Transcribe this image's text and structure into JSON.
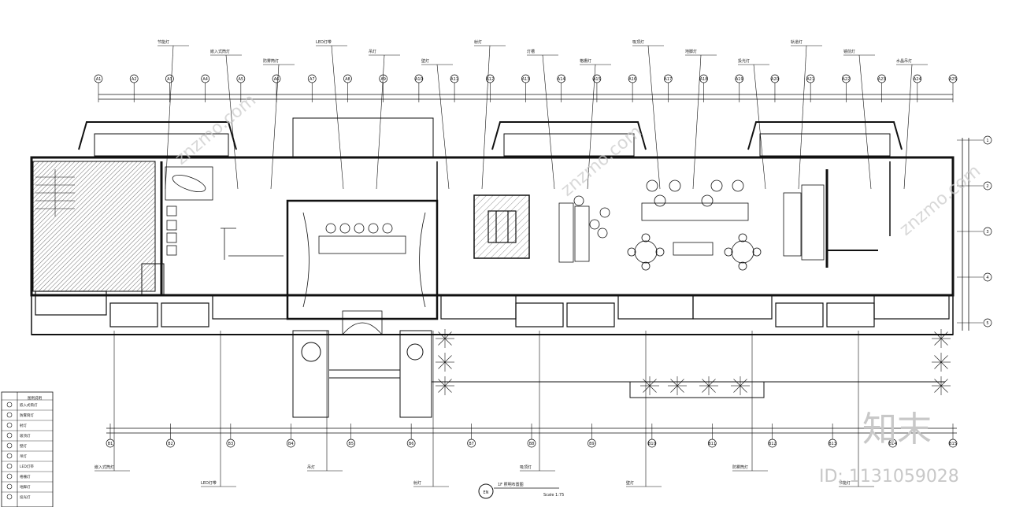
{
  "drawing": {
    "title": "1F 照明布置图",
    "scale": "Scale 1:75",
    "compass": "EN"
  },
  "grid_top": [
    "A1",
    "A2",
    "A3",
    "A4",
    "A5",
    "A6",
    "A7",
    "A8",
    "A9",
    "A10",
    "A11",
    "A12",
    "A13",
    "A14",
    "A15",
    "A16",
    "A17",
    "A18",
    "A19",
    "A20",
    "A21",
    "A22",
    "A23",
    "A24",
    "A25"
  ],
  "grid_bottom": [
    "B1",
    "B2",
    "B3",
    "B4",
    "B5",
    "B6",
    "B7",
    "B8",
    "B9",
    "B10",
    "B11",
    "B12",
    "B13",
    "B14",
    "B15"
  ],
  "grid_right": [
    "1",
    "2",
    "3",
    "4",
    "5"
  ],
  "callouts_top": [
    "节能灯",
    "嵌入式筒灯",
    "防雾筒灯",
    "LED灯带",
    "吊灯",
    "壁灯",
    "射灯",
    "灯槽",
    "格栅灯",
    "吸顶灯",
    "地脚灯",
    "投光灯",
    "轨道灯",
    "镜前灯",
    "水晶吊灯"
  ],
  "callouts_bottom": [
    "嵌入式筒灯",
    "LED灯带",
    "吊灯",
    "射灯",
    "吸顶灯",
    "壁灯",
    "防雾筒灯",
    "节能灯"
  ],
  "legend": {
    "header": "图例说明",
    "rows": [
      "嵌入式筒灯",
      "防雾筒灯",
      "射灯",
      "吸顶灯",
      "壁灯",
      "吊灯",
      "LED灯带",
      "格栅灯",
      "地脚灯",
      "投光灯"
    ]
  },
  "watermark": {
    "brand": "知末",
    "id_text": "ID: 1131059028",
    "diagonal": "znzmo.com"
  }
}
